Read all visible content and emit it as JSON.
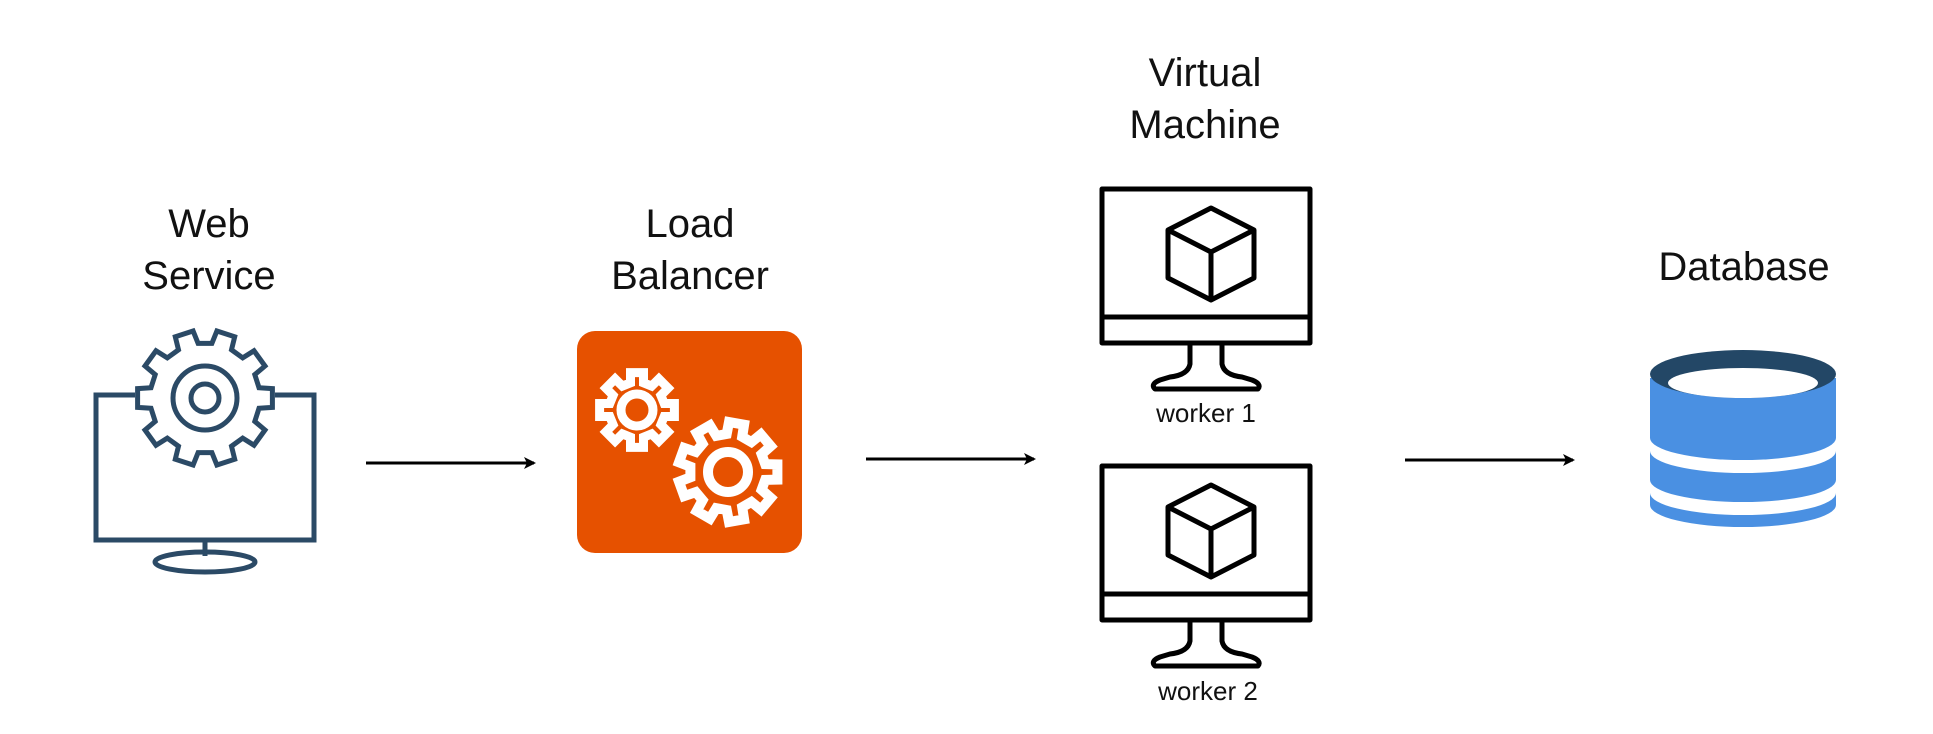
{
  "nodes": {
    "web_service": {
      "label_line1": "Web",
      "label_line2": "Service"
    },
    "load_balancer": {
      "label_line1": "Load",
      "label_line2": "Balancer"
    },
    "virtual_machine": {
      "label_line1": "Virtual",
      "label_line2": "Machine",
      "workers": [
        "worker 1",
        "worker 2"
      ]
    },
    "database": {
      "label": "Database"
    }
  },
  "edges": [
    {
      "from": "web_service",
      "to": "load_balancer"
    },
    {
      "from": "load_balancer",
      "to": "virtual_machine"
    },
    {
      "from": "virtual_machine",
      "to": "database"
    }
  ],
  "colors": {
    "web_service_icon": "#2b4a66",
    "load_balancer_bg": "#e65100",
    "vm_icon": "#000000",
    "database_top": "#234766",
    "database_body": "#4a90e2",
    "arrow": "#000000"
  },
  "icons": {
    "web_service": "monitor-gear-icon",
    "load_balancer": "gears-icon",
    "virtual_machine": "monitor-cube-icon",
    "database": "database-cylinder-icon"
  }
}
